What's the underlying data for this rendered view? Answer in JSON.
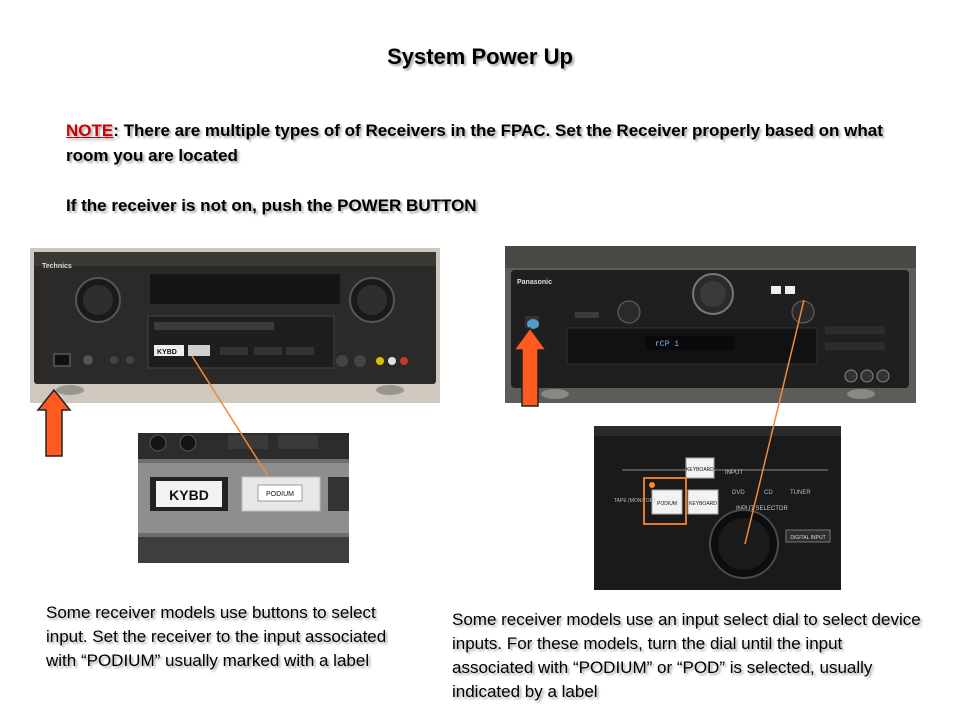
{
  "slide": {
    "title": "System Power Up",
    "note_label": "NOTE",
    "note_text": ": There are multiple types of of Receivers in the FPAC.  Set the Receiver properly based on what room you are located",
    "power_instruction": "If the receiver is not on, push the POWER BUTTON"
  },
  "photos": {
    "technics_brand": "Technics",
    "panasonic_brand": "Panasonic",
    "kybd_label": "KYBD",
    "podium_label": "PODIUM",
    "keyboard_label": "KEYBOARD",
    "input_label": "INPUT",
    "input_selector_label": "INPUT SELECTOR",
    "digital_input_label": "DIGITAL INPUT",
    "tape_label": "TAPE (MONITOR)",
    "dvd_label": "DVD",
    "cd_label": "CD",
    "tuner_label": "TUNER"
  },
  "captions": {
    "left": "Some receiver models use buttons to select input. Set the receiver to the input associated with “PODIUM” usually marked with a label",
    "right": "Some receiver models use an input select dial to select device inputs. For these models, turn the dial until the input associated with “PODIUM” or “POD” is selected, usually indicated by a label"
  },
  "colors": {
    "arrow": "#ff5a1f",
    "arrow_outline": "#222222",
    "pointer_line": "#f08a3c",
    "note_label": "#cc0000"
  }
}
